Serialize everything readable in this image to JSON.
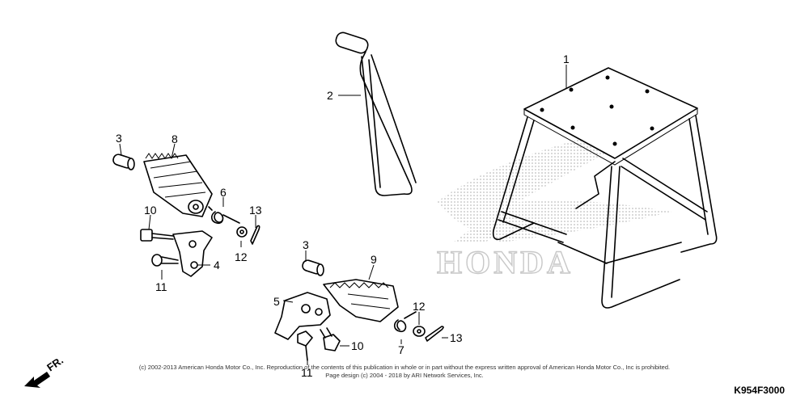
{
  "diagram": {
    "callouts": {
      "c1": "1",
      "c2": "2",
      "c3a": "3",
      "c3b": "3",
      "c4": "4",
      "c5": "5",
      "c6": "6",
      "c7": "7",
      "c8": "8",
      "c9": "9",
      "c10a": "10",
      "c10b": "10",
      "c11a": "11",
      "c11b": "11",
      "c12a": "12",
      "c12b": "12",
      "c13a": "13",
      "c13b": "13"
    },
    "direction_label": "FR.",
    "watermark_text": "HONDA",
    "copyright_line1": "(c) 2002-2013 American Honda Motor Co., Inc. Reproduction of the contents of this publication in whole or in part without the express written approval of American Honda Motor Co., Inc is prohibited.",
    "copyright_line2": "Page design (c) 2004 - 2018 by ARI Network Services, Inc.",
    "figure_code": "K954F3000"
  }
}
